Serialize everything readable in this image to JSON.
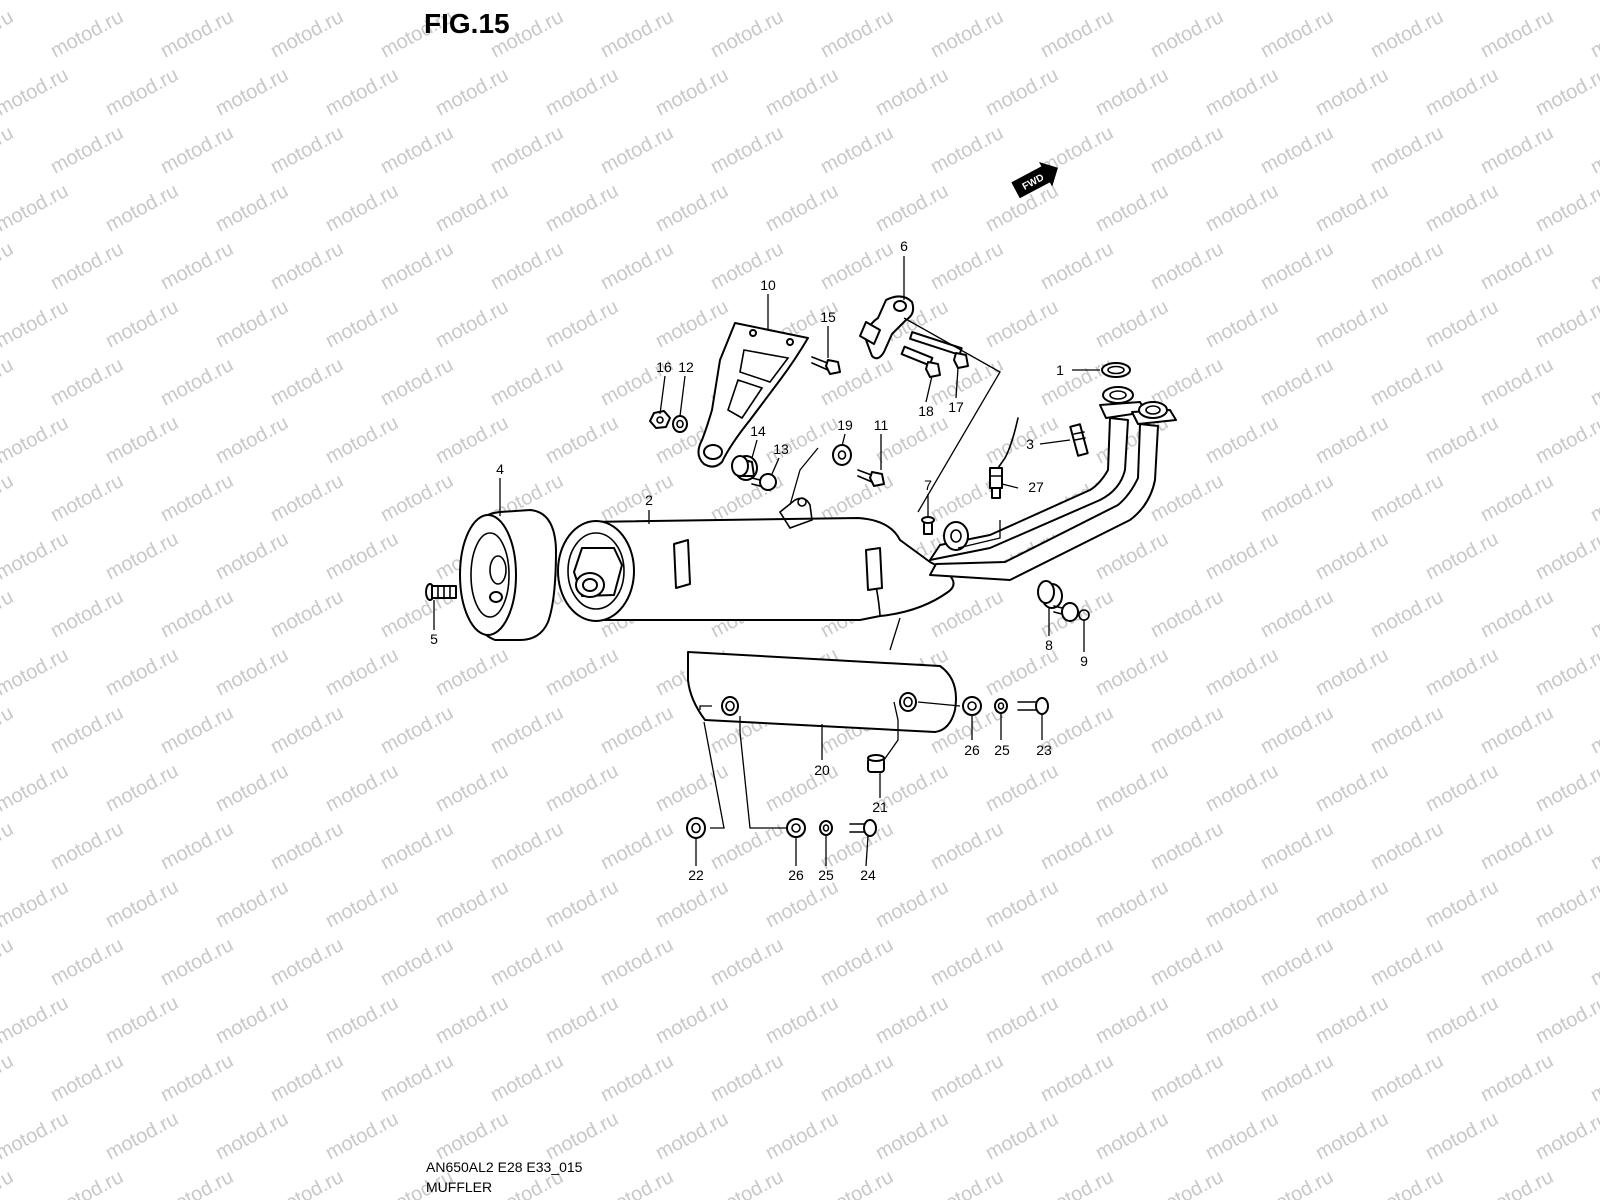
{
  "figure": {
    "title": "FIG.15"
  },
  "watermark": {
    "text": "motod.ru"
  },
  "direction_marker": {
    "label": "FWD"
  },
  "footer": {
    "code": "AN650AL2 E28 E33_015",
    "name": "MUFFLER"
  },
  "callouts": {
    "c1": "1",
    "c2": "2",
    "c3": "3",
    "c4": "4",
    "c5": "5",
    "c6": "6",
    "c7": "7",
    "c8": "8",
    "c9": "9",
    "c10": "10",
    "c11": "11",
    "c12": "12",
    "c13": "13",
    "c14": "14",
    "c15": "15",
    "c16": "16",
    "c17": "17",
    "c18": "18",
    "c19": "19",
    "c20": "20",
    "c21": "21",
    "c22": "22",
    "c23": "23",
    "c24": "24",
    "c25a": "25",
    "c25b": "25",
    "c26a": "26",
    "c26b": "26",
    "c27": "27"
  }
}
